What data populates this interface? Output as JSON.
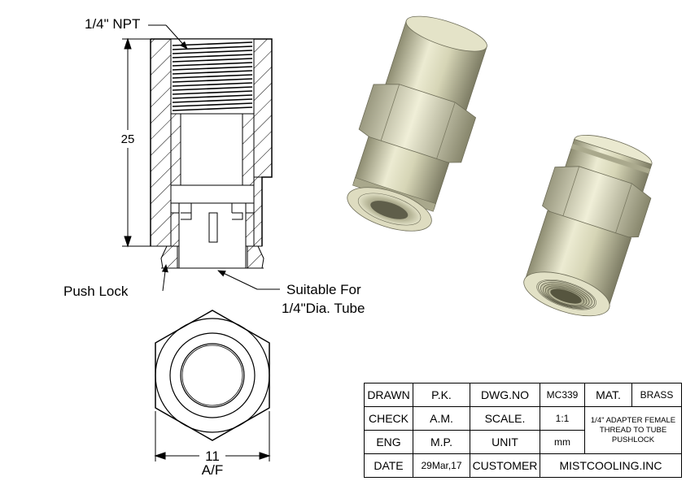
{
  "labels": {
    "thread": "1/4\" NPT",
    "height_dim": "25",
    "push_lock": "Push Lock",
    "suitable_line1": "Suitable For",
    "suitable_line2": "1/4\"Dia. Tube",
    "across_flats_value": "11",
    "across_flats_unit": "A/F"
  },
  "title_block": {
    "drawn_label": "DRAWN",
    "drawn_value": "P.K.",
    "dwg_label": "DWG.NO",
    "dwg_value": "MC339",
    "mat_label": "MAT.",
    "mat_value": "BRASS",
    "check_label": "CHECK",
    "check_value": "A.M.",
    "scale_label": "SCALE.",
    "scale_value": "1:1",
    "description": "1/4\" ADAPTER FEMALE THREAD TO TUBE PUSHLOCK",
    "eng_label": "ENG",
    "eng_value": "M.P.",
    "unit_label": "UNIT",
    "unit_value": "mm",
    "date_label": "DATE",
    "date_value": "29Mar,17",
    "customer_label": "CUSTOMER",
    "customer_value": "MISTCOOLING.INC"
  },
  "colors": {
    "line": "#000000",
    "metal_light": "#ecebd2",
    "metal_mid": "#c9c8a8",
    "metal_dark": "#8e8d72"
  }
}
